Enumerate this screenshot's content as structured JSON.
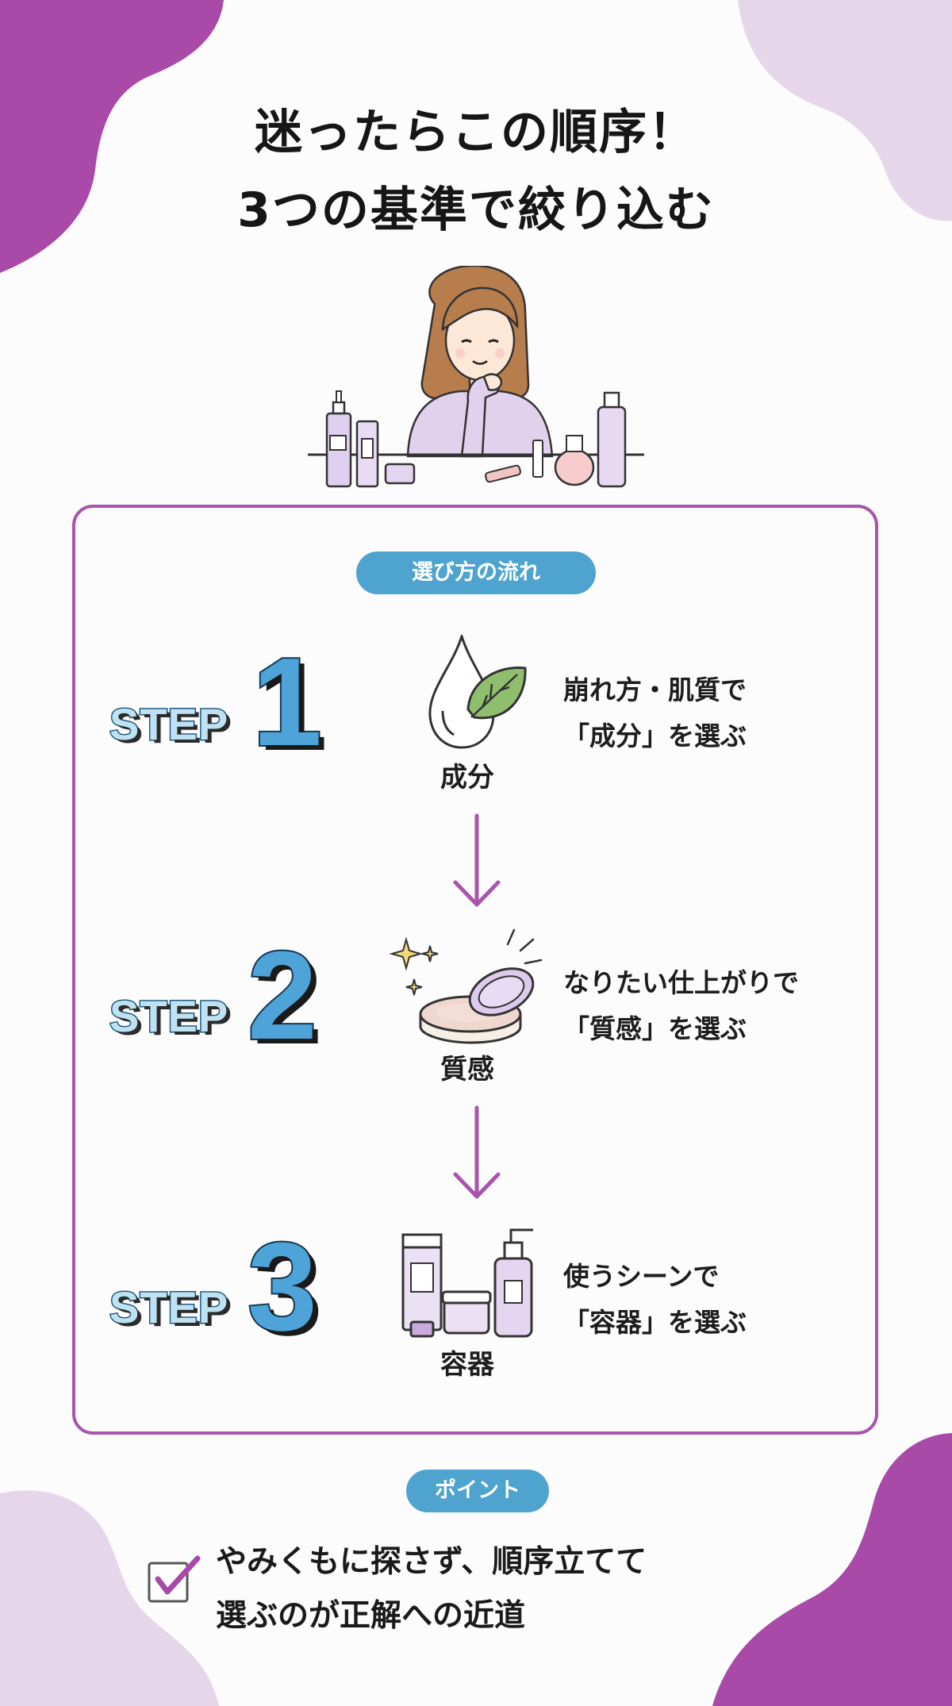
{
  "title": {
    "line1": "迷ったらこの順序！",
    "line2": "3つの基準で絞り込む"
  },
  "flow": {
    "badge": "選び方の流れ",
    "steps": [
      {
        "word": "STEP",
        "number": "1",
        "icon": "drop-leaf-icon",
        "icon_label": "成分",
        "desc_line1": "崩れ方・肌質で",
        "desc_line2": "「成分」を選ぶ"
      },
      {
        "word": "STEP",
        "number": "2",
        "icon": "powder-compact-icon",
        "icon_label": "質感",
        "desc_line1": "なりたい仕上がりで",
        "desc_line2": "「質感」を選ぶ"
      },
      {
        "word": "STEP",
        "number": "3",
        "icon": "containers-icon",
        "icon_label": "容器",
        "desc_line1": "使うシーンで",
        "desc_line2": "「容器」を選ぶ"
      }
    ]
  },
  "point": {
    "badge": "ポイント",
    "line1": "やみくもに探さず、順序立てて",
    "line2": "選ぶのが正解への近道",
    "icon": "checkbox-icon"
  },
  "colors": {
    "accent_purple": "#a955ad",
    "accent_blue": "#4ea4cf",
    "lavender": "#e6d8ea"
  }
}
